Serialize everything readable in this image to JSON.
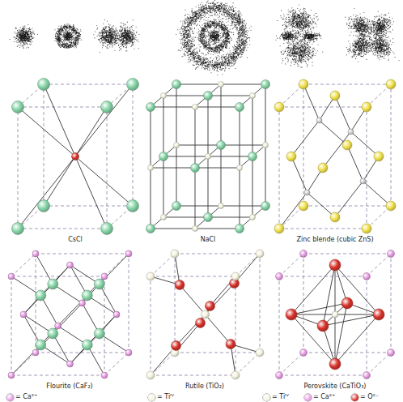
{
  "diagram": {
    "labels": [
      "CsCl",
      "NaCl",
      "Zinc blende (cubic ZnS)",
      "Flourite (CaF₂)",
      "Rutile (TiO₂)",
      "Perovskite (CaTiO₃)"
    ],
    "legend": [
      {
        "text": "= Ca²⁺",
        "color": "#e79ce3"
      },
      {
        "text": "= Tiᴵⱽ",
        "color": "#f4f2de"
      },
      {
        "text": "= Tiᴵⱽ",
        "color": "#f4f2de"
      },
      {
        "text": "= Ca²⁺",
        "color": "#e79ce3"
      },
      {
        "text": "= O²⁻",
        "color": "#d8322a"
      }
    ]
  }
}
